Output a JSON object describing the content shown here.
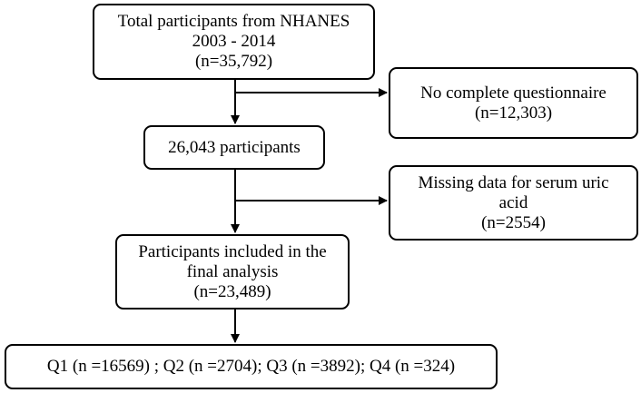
{
  "flowchart": {
    "total": {
      "line1": "Total participants from NHANES",
      "line2": "2003 - 2014",
      "line3": "(n=35,792)"
    },
    "exclusion1": {
      "line1": "No complete questionnaire",
      "line2": "(n=12,303)"
    },
    "after_exclusion1": {
      "line1": "26,043 participants"
    },
    "exclusion2": {
      "line1": "Missing data for serum uric",
      "line2": "acid",
      "line3": "(n=2554)"
    },
    "final": {
      "line1": "Participants included in the",
      "line2": "final analysis",
      "line3": "(n=23,489)"
    },
    "quartiles": {
      "text": "Q1  (n =16569) ;  Q2 (n =2704);   Q3 (n =3892);   Q4 (n =324)"
    }
  }
}
